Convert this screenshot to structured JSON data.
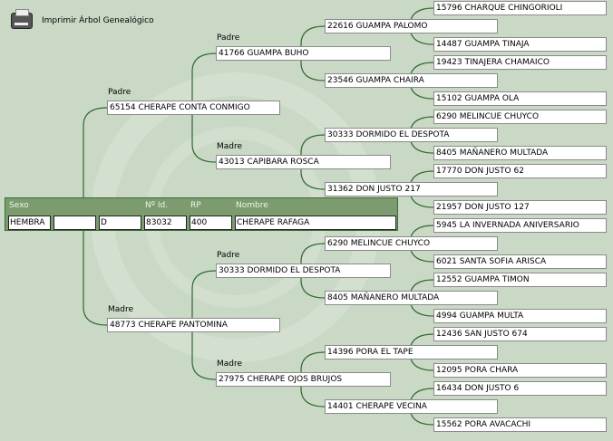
{
  "header": {
    "print_label": "Imprimir Árbol Genealógico",
    "print_icon": "printer-icon"
  },
  "subject": {
    "headers": {
      "sex": "Sexo",
      "id": "Nº Id.",
      "rp": "RP",
      "name": "Nombre"
    },
    "sex": "HEMBRA",
    "field2": "",
    "field3": "D",
    "id": "83032",
    "rp": "400",
    "name": "CHERAPE RAFAGA"
  },
  "labels": {
    "father": "Padre",
    "mother": "Madre"
  },
  "tree": {
    "gen1": [
      "65154 CHERAPE CONTA CONMIGO",
      "48773 CHERAPE PANTOMINA"
    ],
    "gen2": [
      "41766 GUAMPA BUHO",
      "43013 CAPIBARA ROSCA",
      "30333 DORMIDO EL DESPOTA",
      "27975 CHERAPE OJOS BRUJOS"
    ],
    "gen3": [
      "22616 GUAMPA PALOMO",
      "23546 GUAMPA CHAIRA",
      "30333 DORMIDO EL DESPOTA",
      "31362 DON JUSTO 217",
      "6290 MELINCUE CHUYCO",
      "8405 MAÑANERO MULTADA",
      "14396 PORA EL TAPE",
      "14401 CHERAPE VECINA"
    ],
    "gen4": [
      "15796 CHARQUE CHINGORIOLI",
      "14487 GUAMPA TINAJA",
      "19423 TINAJERA CHAMAICO",
      "15102 GUAMPA OLA",
      "6290 MELINCUE CHUYCO",
      "8405 MAÑANERO MULTADA",
      "17770 DON JUSTO 62",
      "21957 DON JUSTO 127",
      "5945 LA INVERNADA ANIVERSARIO",
      "6021 SANTA SOFIA ARISCA",
      "12552 GUAMPA TIMON",
      "4994 GUAMPA MULTA",
      "12436 SAN JUSTO 674",
      "12095 PORA CHARA",
      "16434 DON JUSTO 6",
      "15562 PORA AVACACHI"
    ]
  },
  "colors": {
    "line": "#2e6a2e",
    "panel": "#7c9c70",
    "background": "#cad9c6"
  }
}
